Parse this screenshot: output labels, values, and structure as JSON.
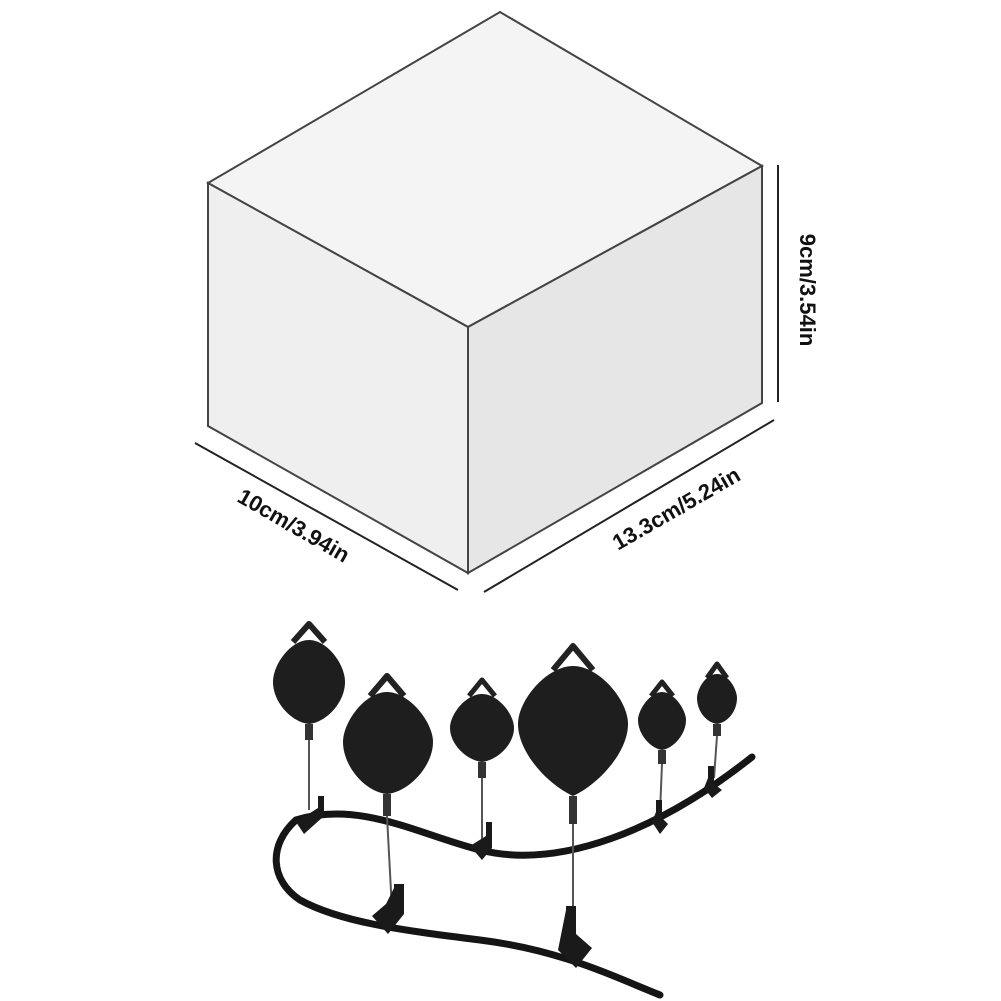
{
  "dimensions": {
    "height_label": "9cm/3.54in",
    "depth_label": "10cm/3.94in",
    "width_label": "13.3cm/5.24in"
  },
  "colors": {
    "box_top": "#f4f4f4",
    "box_left": "#efefef",
    "box_right": "#e6e6e6",
    "outline": "#444444",
    "pulley_body": "#1e1e1e",
    "cable": "#151515"
  }
}
